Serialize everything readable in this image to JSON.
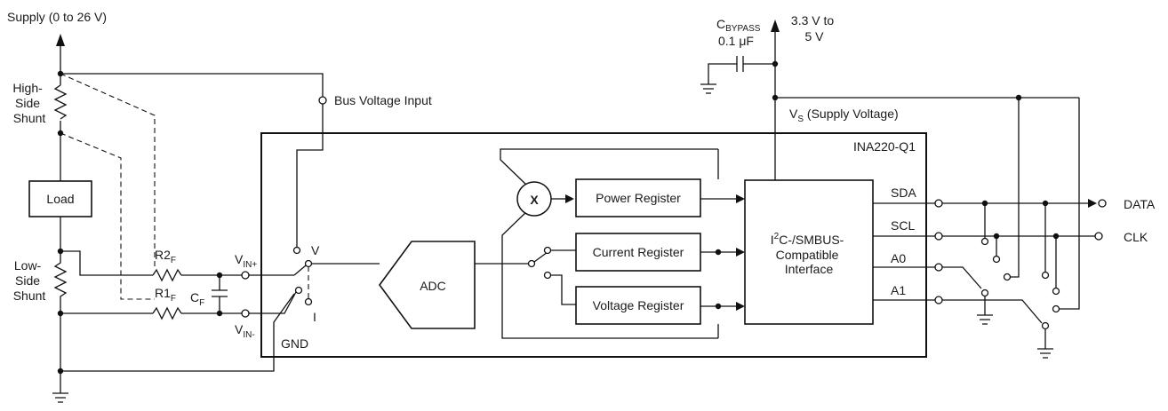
{
  "labels": {
    "supply": "Supply (0 to 26 V)",
    "high_side_shunt": [
      "High-",
      "Side",
      "Shunt"
    ],
    "low_side_shunt": [
      "Low-",
      "Side",
      "Shunt"
    ],
    "load": "Load",
    "r2f": {
      "main": "R2",
      "sub": "F"
    },
    "r1f": {
      "main": "R1",
      "sub": "F"
    },
    "cf": {
      "main": "C",
      "sub": "F"
    },
    "vin_plus": {
      "main": "V",
      "sub": "IN+"
    },
    "vin_minus": {
      "main": "V",
      "sub": "IN-"
    },
    "gnd": "GND",
    "bus_voltage_input": "Bus Voltage Input",
    "switch_v": "V",
    "switch_i": "I",
    "adc": "ADC",
    "multiplier": "X",
    "power_register": "Power Register",
    "current_register": "Current Register",
    "voltage_register": "Voltage Register",
    "interface": {
      "prefix": "I",
      "sup": "2",
      "line1_rest": "C-/SMBUS-",
      "line2": "Compatible",
      "line3": "Interface"
    },
    "chip_name": "INA220-Q1",
    "sda": "SDA",
    "scl": "SCL",
    "a0": "A0",
    "a1": "A1",
    "data": "DATA",
    "clk": "CLK",
    "cbypass": {
      "main": "C",
      "sub": "BYPASS"
    },
    "cbypass_value": "0.1 μF",
    "supply_range": [
      "3.3 V to",
      "5 V"
    ],
    "vs": {
      "main": "V",
      "sub": "S",
      "rest": " (Supply Voltage)"
    }
  },
  "colors": {
    "line": "#111111",
    "background": "#ffffff",
    "text": "#1a1a1a"
  }
}
